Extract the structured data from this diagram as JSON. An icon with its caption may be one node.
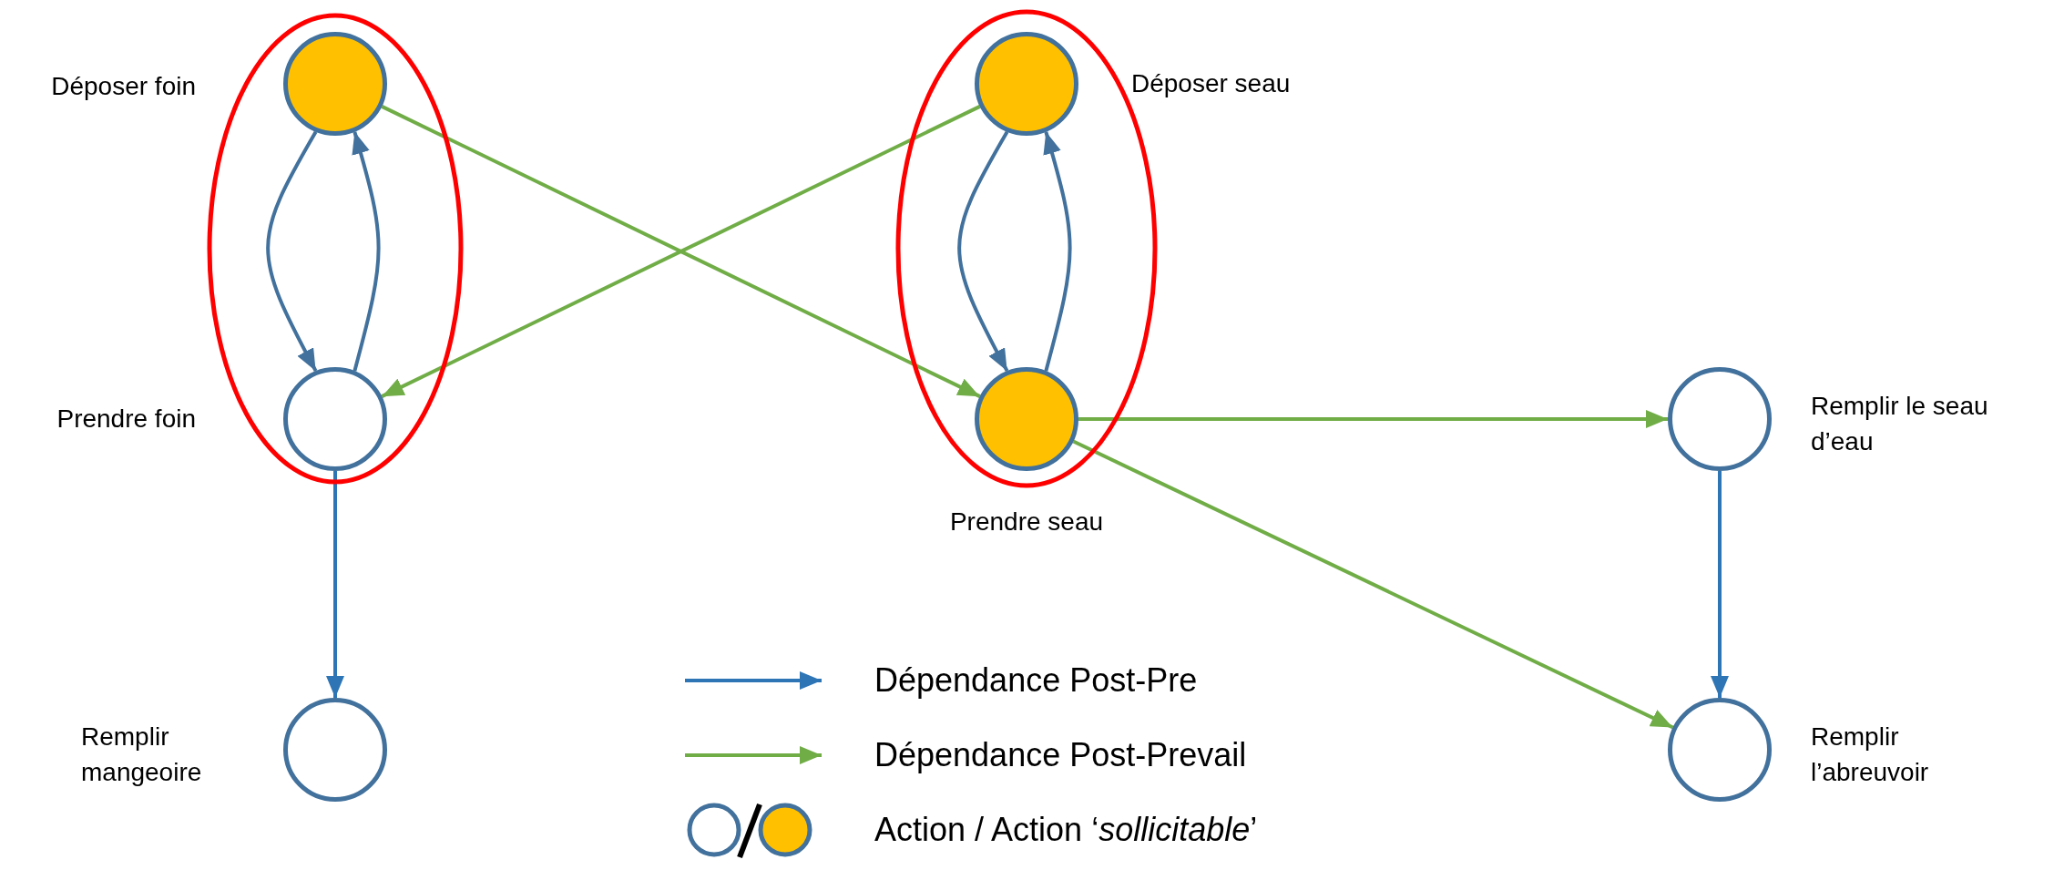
{
  "diagram": {
    "nodes": [
      {
        "text": [],
        "shape": "ellipse"
      },
      {
        "text": [
          "Déposer foin"
        ],
        "in": 0
      },
      {
        "text": [
          "Prendre foin"
        ],
        "in": 0
      },
      {
        "text": [],
        "shape": "ellipse"
      },
      {
        "text": [
          "Déposer seau"
        ],
        "in": 3
      },
      {
        "text": [
          "Prendre seau"
        ],
        "in": 3
      },
      {
        "text": [
          "Remplir le seau d’eau"
        ]
      },
      {
        "text": [
          "Remplir mangeoire"
        ]
      },
      {
        "text": [
          "Remplir l’abreuvoir"
        ]
      }
    ],
    "edges": [
      {
        "from": 1,
        "to": 2,
        "arrow": "to"
      },
      {
        "from": 2,
        "to": 1,
        "arrow": "to"
      },
      {
        "from": 4,
        "to": 5,
        "arrow": "to"
      },
      {
        "from": 5,
        "to": 4,
        "arrow": "to"
      },
      {
        "from": 1,
        "to": 5,
        "arrow": "to",
        "color": "#70ad47"
      },
      {
        "from": 4,
        "to": 2,
        "arrow": "to",
        "color": "#70ad47"
      },
      {
        "from": 5,
        "to": 6,
        "arrow": "to",
        "color": "#70ad47"
      },
      {
        "from": 5,
        "to": 8,
        "arrow": "to",
        "color": "#70ad47"
      },
      {
        "from": 2,
        "to": 7,
        "arrow": "to",
        "color": "#2e75b6"
      },
      {
        "from": 6,
        "to": 8,
        "arrow": "to",
        "color": "#2e75b6"
      }
    ],
    "legend": [
      {
        "text": "Dépendance Post-Pre"
      },
      {
        "text": "Dépendance Post-Prevail"
      },
      {
        "text": "Action / Action ‘*sollicitable*’"
      }
    ]
  }
}
